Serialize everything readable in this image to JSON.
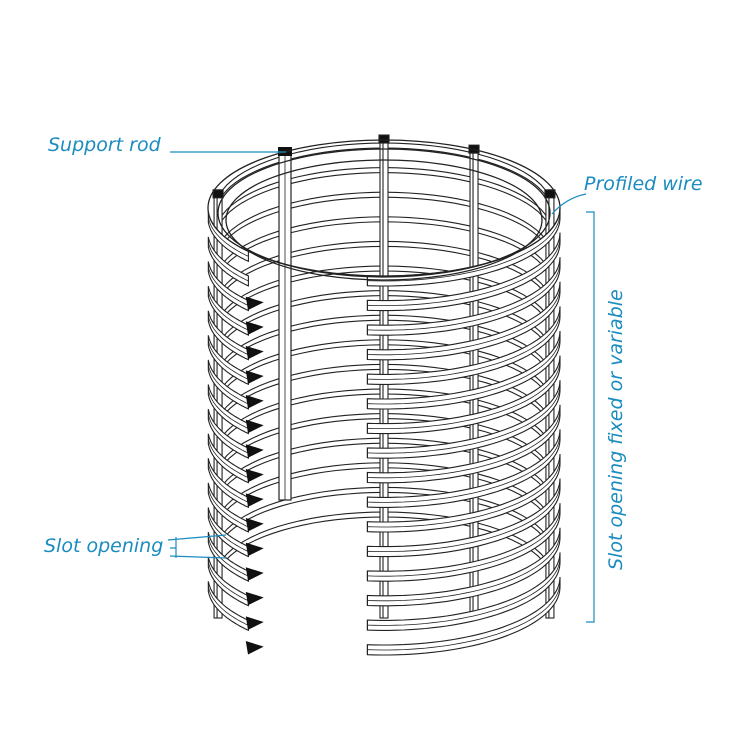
{
  "labels": {
    "support_rod": "Support rod",
    "profiled_wire": "Profiled wire",
    "slot_opening": "Slot opening",
    "slot_opening_note": "Slot opening fixed or variable"
  },
  "colors": {
    "annotation": "#1b8cc0",
    "line": "#1a1a1a",
    "wedge": "#111111"
  }
}
